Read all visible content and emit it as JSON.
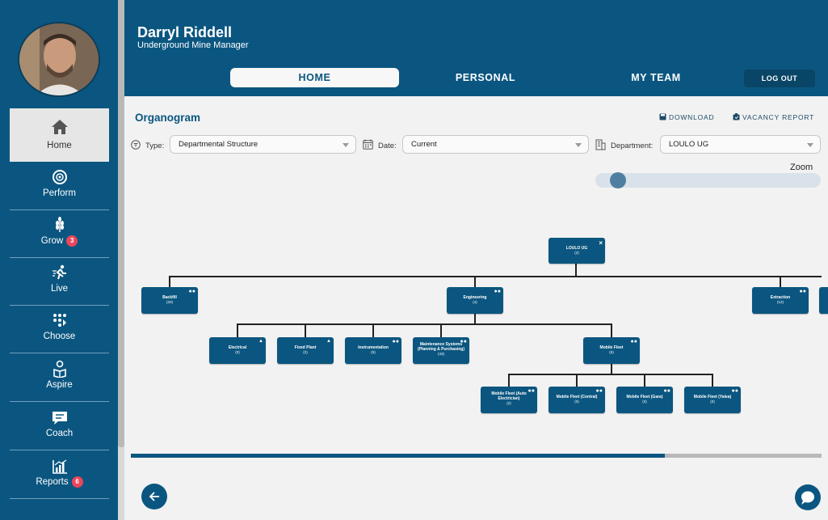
{
  "user": {
    "name": "Darryl Riddell",
    "role": "Underground Mine Manager"
  },
  "tabs": [
    {
      "label": "HOME"
    },
    {
      "label": "PERSONAL"
    },
    {
      "label": "MY TEAM"
    }
  ],
  "logout_label": "LOG OUT",
  "sidebar": {
    "items": [
      {
        "label": "Home",
        "icon": "home-icon"
      },
      {
        "label": "Perform",
        "icon": "target-icon"
      },
      {
        "label": "Grow",
        "icon": "wheat-icon",
        "badge": "3"
      },
      {
        "label": "Live",
        "icon": "running-icon"
      },
      {
        "label": "Choose",
        "icon": "choice-icon"
      },
      {
        "label": "Aspire",
        "icon": "reader-icon"
      },
      {
        "label": "Coach",
        "icon": "chat-icon"
      },
      {
        "label": "Reports",
        "icon": "chart-icon",
        "badge": "6"
      }
    ]
  },
  "page": {
    "title": "Organogram",
    "download_label": "DOWNLOAD",
    "vacancy_label": "VACANCY REPORT"
  },
  "filters": {
    "type_label": "Type:",
    "type_value": "Departmental Structure",
    "date_label": "Date:",
    "date_value": "Current",
    "department_label": "Department:",
    "department_value": "LOULO UG"
  },
  "zoom": {
    "label": "Zoom",
    "level": 0.1
  },
  "org": {
    "root": {
      "name": "LOULO UG",
      "count": "(2)"
    },
    "level1": [
      {
        "name": "Backfill",
        "count": "(20)"
      },
      {
        "name": "Engineering",
        "count": "(4)"
      },
      {
        "name": "Extraction",
        "count": "(12)"
      }
    ],
    "engineering_children": [
      {
        "name": "Electrical",
        "count": "(0)"
      },
      {
        "name": "Fixed Plant",
        "count": "(2)"
      },
      {
        "name": "Instrumentation",
        "count": "(5)"
      },
      {
        "name": "Maintenance Systems (Planning & Purchasing)",
        "count": "(43)"
      },
      {
        "name": "Mobile Fleet",
        "count": "(5)"
      }
    ],
    "mobile_fleet_children": [
      {
        "name": "Mobile Fleet (Auto Electrician)",
        "count": "(2)"
      },
      {
        "name": "Mobile Fleet (Central)",
        "count": "(0)"
      },
      {
        "name": "Mobile Fleet (Gara)",
        "count": "(0)"
      },
      {
        "name": "Mobile Fleet (Yalea)",
        "count": "(0)"
      }
    ]
  },
  "colors": {
    "brand": "#0b5680",
    "badge": "#e8465b",
    "background": "#f2f2f2"
  }
}
